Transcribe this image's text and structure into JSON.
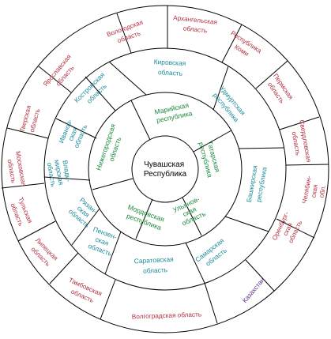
{
  "center": {
    "lines": [
      "Чувашская",
      "Республика"
    ]
  },
  "ring1": [
    {
      "key": "mariy",
      "lines": [
        "Марийская",
        "республика"
      ]
    },
    {
      "key": "tatar",
      "lines": [
        "Татарская",
        "республика"
      ]
    },
    {
      "key": "ulyan",
      "lines": [
        "Ульянов-",
        "ская",
        "область"
      ]
    },
    {
      "key": "mordov",
      "lines": [
        "Мордовская",
        "республика"
      ]
    },
    {
      "key": "nizhe",
      "lines": [
        "Нижегородская",
        "область"
      ]
    }
  ],
  "ring2": [
    {
      "key": "kirov",
      "lines": [
        "Кировская",
        "область"
      ]
    },
    {
      "key": "udmurt",
      "lines": [
        "Удмуртская",
        "республика"
      ]
    },
    {
      "key": "bashkir",
      "lines": [
        "Башкирская",
        "республика"
      ]
    },
    {
      "key": "samar",
      "lines": [
        "Самарская",
        "область"
      ]
    },
    {
      "key": "saratov",
      "lines": [
        "Саратовская",
        "область"
      ]
    },
    {
      "key": "penza",
      "lines": [
        "Пензен-",
        "ская",
        "область"
      ]
    },
    {
      "key": "ryazan",
      "lines": [
        "Рязан-",
        "ская",
        "область"
      ]
    },
    {
      "key": "vladimir",
      "lines": [
        "Влади-",
        "мирская",
        "область"
      ]
    },
    {
      "key": "ivanov",
      "lines": [
        "Иванов-",
        "ская",
        "область"
      ]
    },
    {
      "key": "kostrom",
      "lines": [
        "Костромская",
        "область"
      ]
    }
  ],
  "ring3": [
    {
      "key": "arkhang",
      "lines": [
        "Архангельская",
        "область"
      ]
    },
    {
      "key": "komi",
      "lines": [
        "Республика",
        "Коми"
      ]
    },
    {
      "key": "perm",
      "lines": [
        "Пермская",
        "область"
      ]
    },
    {
      "key": "sverdl",
      "lines": [
        "Свердловская",
        "область"
      ]
    },
    {
      "key": "chelyab",
      "lines": [
        "Челябин-",
        "ская",
        "обл."
      ]
    },
    {
      "key": "orenb",
      "lines": [
        "Оренбург-",
        "ская",
        "область"
      ]
    },
    {
      "key": "kazakh",
      "lines": [
        "Казахстан"
      ]
    },
    {
      "key": "volgograd",
      "lines": [
        "Волгоградская область"
      ]
    },
    {
      "key": "tambov",
      "lines": [
        "Тамбовская",
        "область"
      ]
    },
    {
      "key": "lipetsk",
      "lines": [
        "Липецкая",
        "область"
      ]
    },
    {
      "key": "tula",
      "lines": [
        "Тульская",
        "область"
      ]
    },
    {
      "key": "moscow",
      "lines": [
        "Московская",
        "область"
      ]
    },
    {
      "key": "tver",
      "lines": [
        "Тверская",
        "область"
      ]
    },
    {
      "key": "yaroslav",
      "lines": [
        "Ярославская",
        "область"
      ]
    },
    {
      "key": "vologod",
      "lines": [
        "Вологодская",
        "область"
      ]
    }
  ],
  "colors": {
    "center_text": "#000000",
    "ring1_text": "#1d8a3c",
    "ring2_text": "#1a8a9a",
    "ring3_text": "#b1303f",
    "kazakhstan_text": "#5a2a8a",
    "lines": "#000000"
  }
}
